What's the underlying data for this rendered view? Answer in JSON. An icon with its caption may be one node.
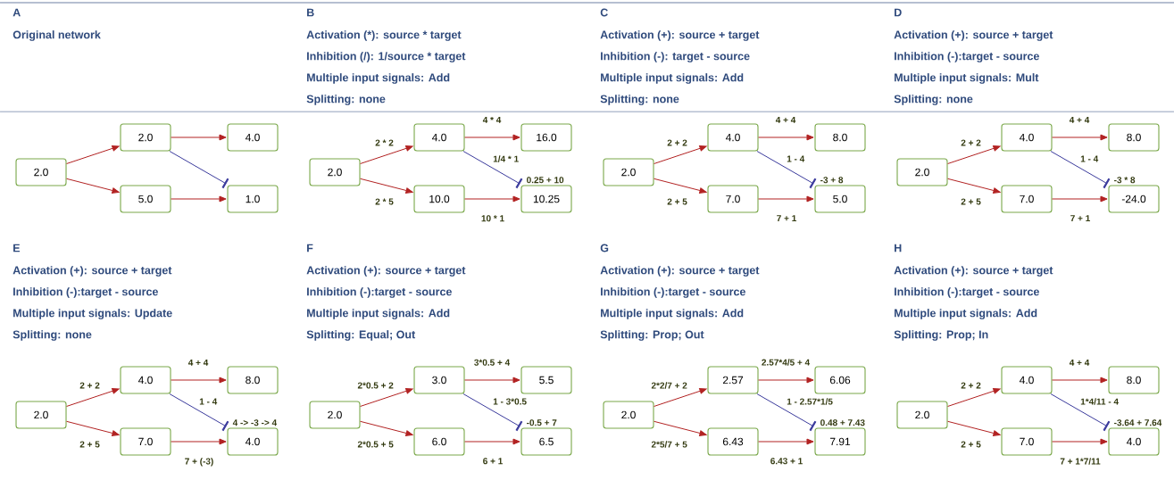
{
  "diagram": {
    "nodes": [
      {
        "text": [
          "2.0"
        ]
      },
      {
        "text": [
          "2.0"
        ]
      },
      {
        "text": [
          "5.0"
        ]
      },
      {
        "text": [
          "4.0"
        ]
      },
      {
        "text": [
          "1.0"
        ]
      },
      {
        "text": [
          "2.0"
        ]
      },
      {
        "text": [
          "4.0"
        ]
      },
      {
        "text": [
          "10.0"
        ]
      },
      {
        "text": [
          "16.0"
        ]
      },
      {
        "text": [
          "10.25"
        ],
        "beside": [
          "0.25 + 10"
        ]
      },
      {
        "text": [
          "2.0"
        ]
      },
      {
        "text": [
          "4.0"
        ]
      },
      {
        "text": [
          "7.0"
        ]
      },
      {
        "text": [
          "8.0"
        ]
      },
      {
        "text": [
          "5.0"
        ],
        "beside": [
          "-3 + 8"
        ]
      },
      {
        "text": [
          "2.0"
        ]
      },
      {
        "text": [
          "4.0"
        ]
      },
      {
        "text": [
          "7.0"
        ]
      },
      {
        "text": [
          "8.0"
        ]
      },
      {
        "text": [
          "-24.0"
        ],
        "beside": [
          "-3 * 8"
        ]
      },
      {
        "text": [
          "2.0"
        ]
      },
      {
        "text": [
          "4.0"
        ]
      },
      {
        "text": [
          "7.0"
        ]
      },
      {
        "text": [
          "8.0"
        ]
      },
      {
        "text": [
          "4.0"
        ],
        "beside": [
          "4 -> -3 -> 4"
        ]
      },
      {
        "text": [
          "2.0"
        ]
      },
      {
        "text": [
          "3.0"
        ]
      },
      {
        "text": [
          "6.0"
        ]
      },
      {
        "text": [
          "5.5"
        ]
      },
      {
        "text": [
          "6.5"
        ],
        "beside": [
          "-0.5 + 7"
        ]
      },
      {
        "text": [
          "2.0"
        ]
      },
      {
        "text": [
          "2.57"
        ]
      },
      {
        "text": [
          "6.43"
        ]
      },
      {
        "text": [
          "6.06"
        ]
      },
      {
        "text": [
          "7.91"
        ],
        "beside": [
          "0.48 + 7.43"
        ]
      },
      {
        "text": [
          "2.0"
        ]
      },
      {
        "text": [
          "4.0"
        ]
      },
      {
        "text": [
          "7.0"
        ]
      },
      {
        "text": [
          "8.0"
        ]
      },
      {
        "text": [
          "4.0"
        ],
        "beside": [
          "-3.64 + 7.64"
        ]
      }
    ],
    "edges": [
      {
        "from": 0,
        "to": 1,
        "arrow": "to"
      },
      {
        "from": 0,
        "to": 2,
        "arrow": "to"
      },
      {
        "from": 1,
        "to": 3,
        "arrow": "to"
      },
      {
        "from": 1,
        "to": 4,
        "arrow": "other",
        "color": "#3a3a9c"
      },
      {
        "from": 2,
        "to": 4,
        "arrow": "to"
      },
      {
        "from": 5,
        "to": 6,
        "arrow": "to",
        "label": "2 * 2"
      },
      {
        "from": 5,
        "to": 7,
        "arrow": "to",
        "label": "2 * 5"
      },
      {
        "from": 6,
        "to": 8,
        "arrow": "to",
        "label": "4 * 4"
      },
      {
        "from": 6,
        "to": 9,
        "arrow": "other",
        "color": "#3a3a9c",
        "label": "1/4 * 1"
      },
      {
        "from": 7,
        "to": 9,
        "arrow": "to",
        "label": "10 * 1"
      },
      {
        "from": 10,
        "to": 11,
        "arrow": "to",
        "label": "2 + 2"
      },
      {
        "from": 10,
        "to": 12,
        "arrow": "to",
        "label": "2 + 5"
      },
      {
        "from": 11,
        "to": 13,
        "arrow": "to",
        "label": "4 + 4"
      },
      {
        "from": 11,
        "to": 14,
        "arrow": "other",
        "color": "#3a3a9c",
        "label": "1 - 4"
      },
      {
        "from": 12,
        "to": 14,
        "arrow": "to",
        "label": "7 + 1"
      },
      {
        "from": 15,
        "to": 16,
        "arrow": "to",
        "label": "2 + 2"
      },
      {
        "from": 15,
        "to": 17,
        "arrow": "to",
        "label": "2 + 5"
      },
      {
        "from": 16,
        "to": 18,
        "arrow": "to",
        "label": "4 + 4"
      },
      {
        "from": 16,
        "to": 19,
        "arrow": "other",
        "color": "#3a3a9c",
        "label": "1 - 4"
      },
      {
        "from": 17,
        "to": 19,
        "arrow": "to",
        "label": "7 + 1"
      },
      {
        "from": 20,
        "to": 21,
        "arrow": "to",
        "label": "2 + 2"
      },
      {
        "from": 20,
        "to": 22,
        "arrow": "to",
        "label": "2 + 5"
      },
      {
        "from": 21,
        "to": 23,
        "arrow": "to",
        "label": "4 + 4"
      },
      {
        "from": 21,
        "to": 24,
        "arrow": "other",
        "color": "#3a3a9c",
        "label": "1 - 4"
      },
      {
        "from": 22,
        "to": 24,
        "arrow": "to",
        "label": "7 + (-3)"
      },
      {
        "from": 25,
        "to": 26,
        "arrow": "to",
        "label": "2*0.5 + 2"
      },
      {
        "from": 25,
        "to": 27,
        "arrow": "to",
        "label": "2*0.5 + 5"
      },
      {
        "from": 26,
        "to": 28,
        "arrow": "to",
        "label": "3*0.5 + 4"
      },
      {
        "from": 26,
        "to": 29,
        "arrow": "other",
        "color": "#3a3a9c",
        "label": "1 - 3*0.5"
      },
      {
        "from": 27,
        "to": 29,
        "arrow": "to",
        "label": "6 + 1"
      },
      {
        "from": 30,
        "to": 31,
        "arrow": "to",
        "label": "2*2/7 + 2"
      },
      {
        "from": 30,
        "to": 32,
        "arrow": "to",
        "label": "2*5/7 + 5"
      },
      {
        "from": 31,
        "to": 33,
        "arrow": "to",
        "label": "2.57*4/5 + 4"
      },
      {
        "from": 31,
        "to": 34,
        "arrow": "other",
        "color": "#3a3a9c",
        "label": "1 - 2.57*1/5"
      },
      {
        "from": 32,
        "to": 34,
        "arrow": "to",
        "label": "6.43 + 1"
      },
      {
        "from": 35,
        "to": 36,
        "arrow": "to",
        "label": "2 + 2"
      },
      {
        "from": 35,
        "to": 37,
        "arrow": "to",
        "label": "2 + 5"
      },
      {
        "from": 36,
        "to": 38,
        "arrow": "to",
        "label": "4 + 4"
      },
      {
        "from": 36,
        "to": 39,
        "arrow": "other",
        "color": "#3a3a9c",
        "label": "1*4/11 - 4"
      },
      {
        "from": 37,
        "to": 39,
        "arrow": "to",
        "label": "7 + 1*7/11"
      }
    ],
    "labels": [
      "A",
      "Original network",
      "B",
      "Activation (*): source * target",
      "Inhibition (/): 1/source * target",
      "Multiple input signals: Add",
      "Splitting: none",
      "C",
      "Activation (+): source + target",
      "Inhibition (-): target - source",
      "Multiple input signals: Add",
      "Splitting: none",
      "D",
      "Activation (+): source + target",
      "Inhibition (-):target - source",
      "Multiple input signals: Mult",
      "Splitting: none",
      "E",
      "Activation (+): source + target",
      "Inhibition (-):target - source",
      "Multiple input signals: Update",
      "Splitting: none",
      "F",
      "Activation (+): source + target",
      "Inhibition (-):target - source",
      "Multiple input signals: Add",
      "Splitting: Equal; Out",
      "G",
      "Activation (+): source + target",
      "Inhibition (-):target - source",
      "Multiple input signals: Add",
      "Splitting: Prop; Out",
      "H",
      "Activation (+): source + target",
      "Inhibition (-):target - source",
      "Multiple input signals: Add",
      "Splitting: Prop; In"
    ]
  }
}
